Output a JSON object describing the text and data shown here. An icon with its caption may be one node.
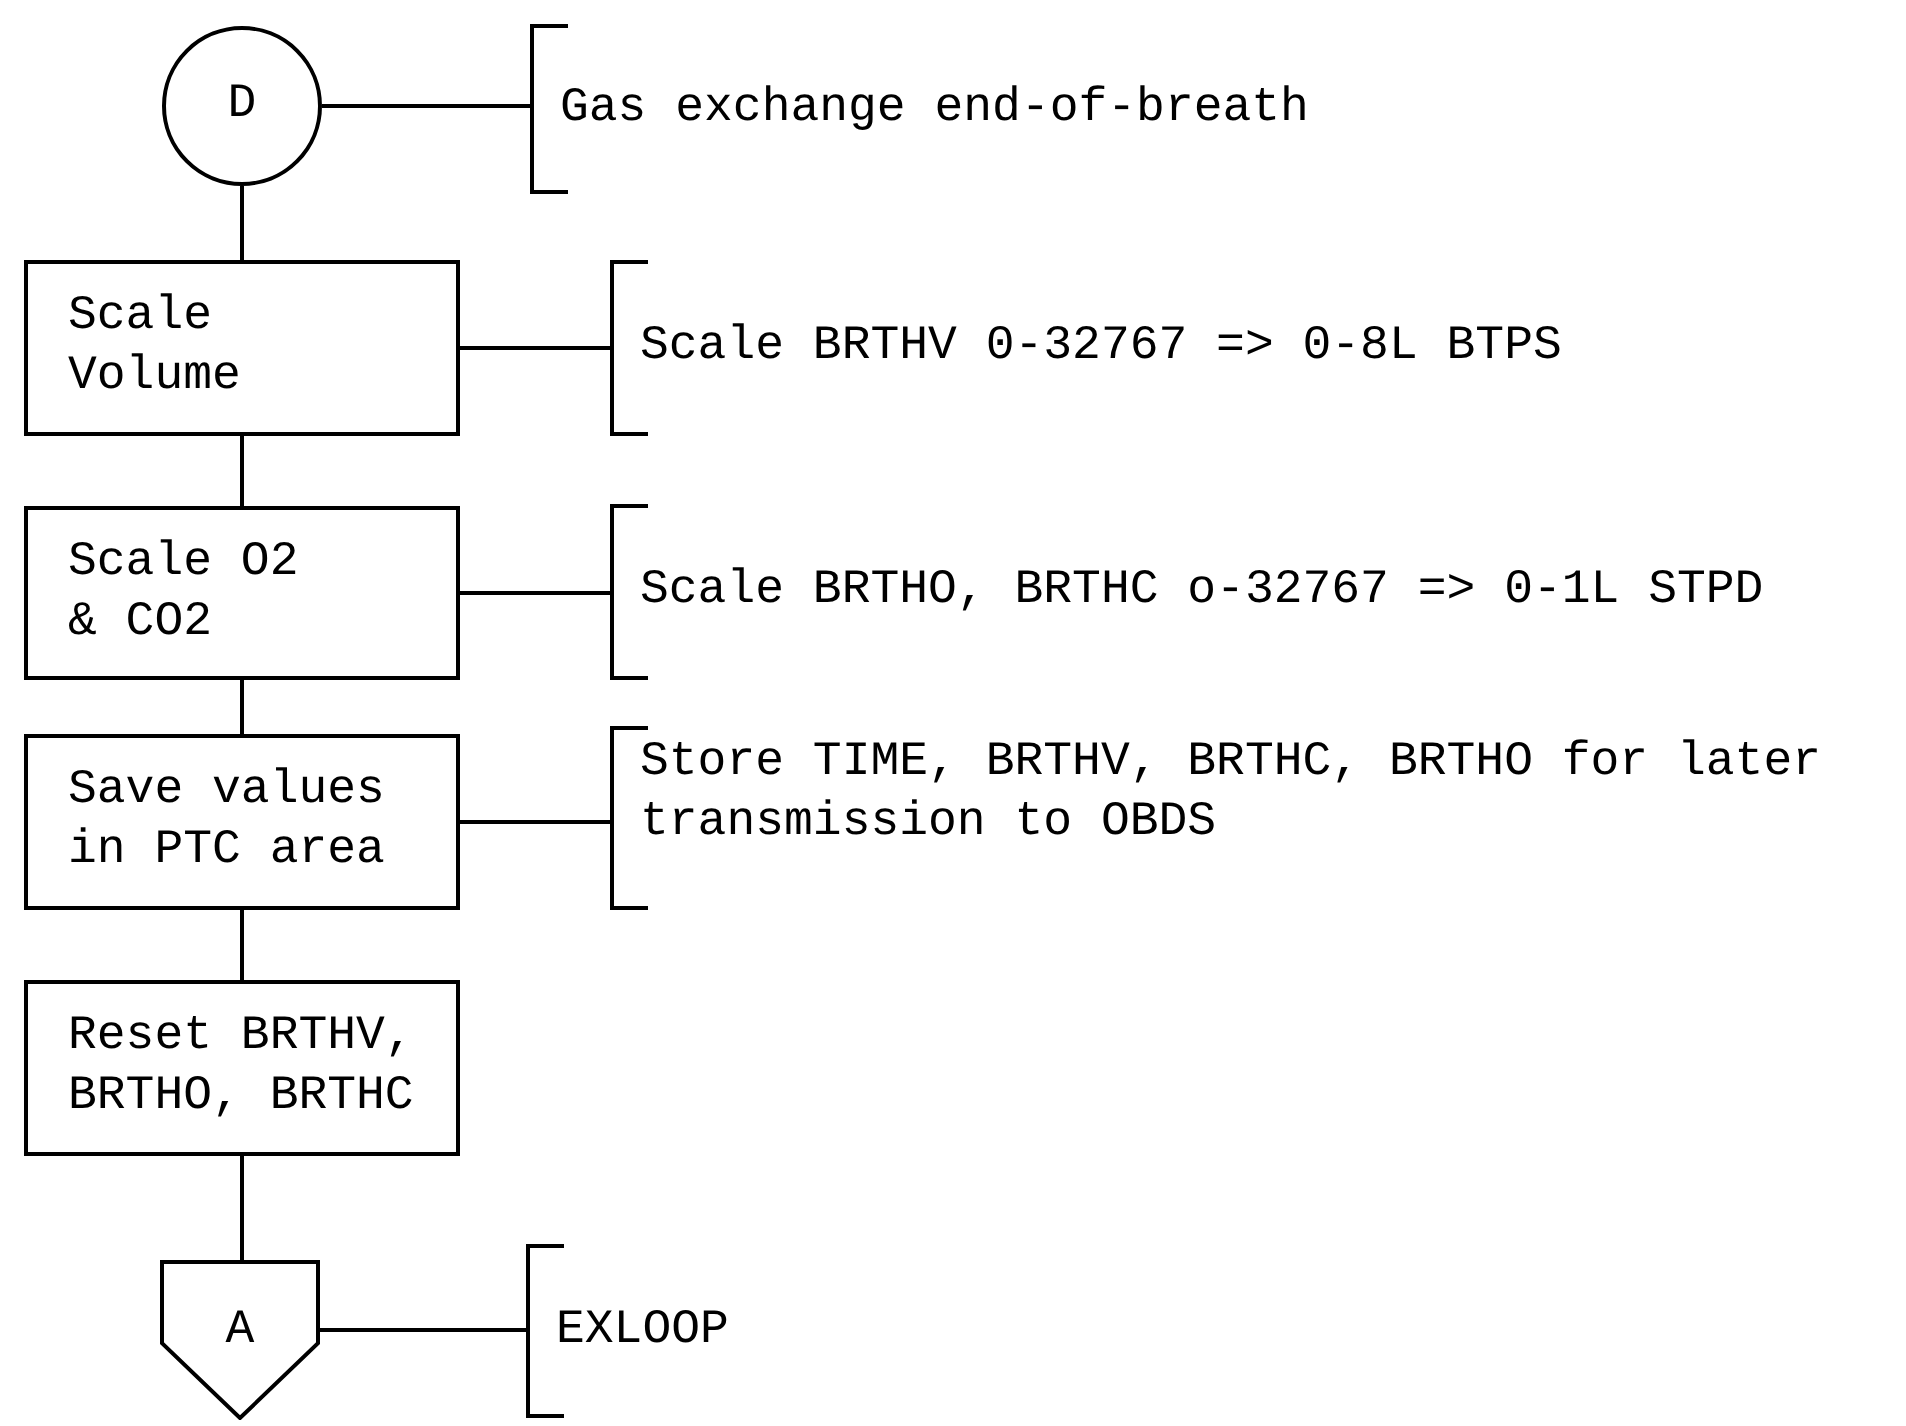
{
  "diagram": {
    "nodes": [
      {
        "text": [
          "D"
        ]
      },
      {
        "text": [
          "Gas exchange end-of-breath"
        ]
      },
      {
        "text": [
          "Scale Volume"
        ]
      },
      {
        "text": [
          "Scale BRTHV 0-32767 => 0-8L BTPS"
        ]
      },
      {
        "text": [
          "Scale O2 & CO2"
        ]
      },
      {
        "text": [
          "Scale BRTHO, BRTHC o-32767 => 0-1L STPD"
        ]
      },
      {
        "text": [
          "Save values in PTC area"
        ]
      },
      {
        "text": [
          "Store TIME, BRTHV, BRTHC, BRTHO for later transmission to OBDS"
        ]
      },
      {
        "text": [
          "Reset BRTHV, BRTHO, BRTHC"
        ]
      },
      {
        "text": [
          "A"
        ]
      },
      {
        "text": [
          "EXLOOP"
        ]
      }
    ],
    "edges": [
      {
        "from": 0,
        "to": 1,
        "arrow": "none"
      },
      {
        "from": 0,
        "to": 2,
        "arrow": "none"
      },
      {
        "from": 2,
        "to": 3,
        "arrow": "none"
      },
      {
        "from": 2,
        "to": 4,
        "arrow": "none"
      },
      {
        "from": 4,
        "to": 5,
        "arrow": "none"
      },
      {
        "from": 4,
        "to": 6,
        "arrow": "none"
      },
      {
        "from": 6,
        "to": 7,
        "arrow": "none"
      },
      {
        "from": 6,
        "to": 8,
        "arrow": "none"
      },
      {
        "from": 8,
        "to": 9,
        "arrow": "none"
      },
      {
        "from": 9,
        "to": 10,
        "arrow": "none"
      }
    ]
  }
}
